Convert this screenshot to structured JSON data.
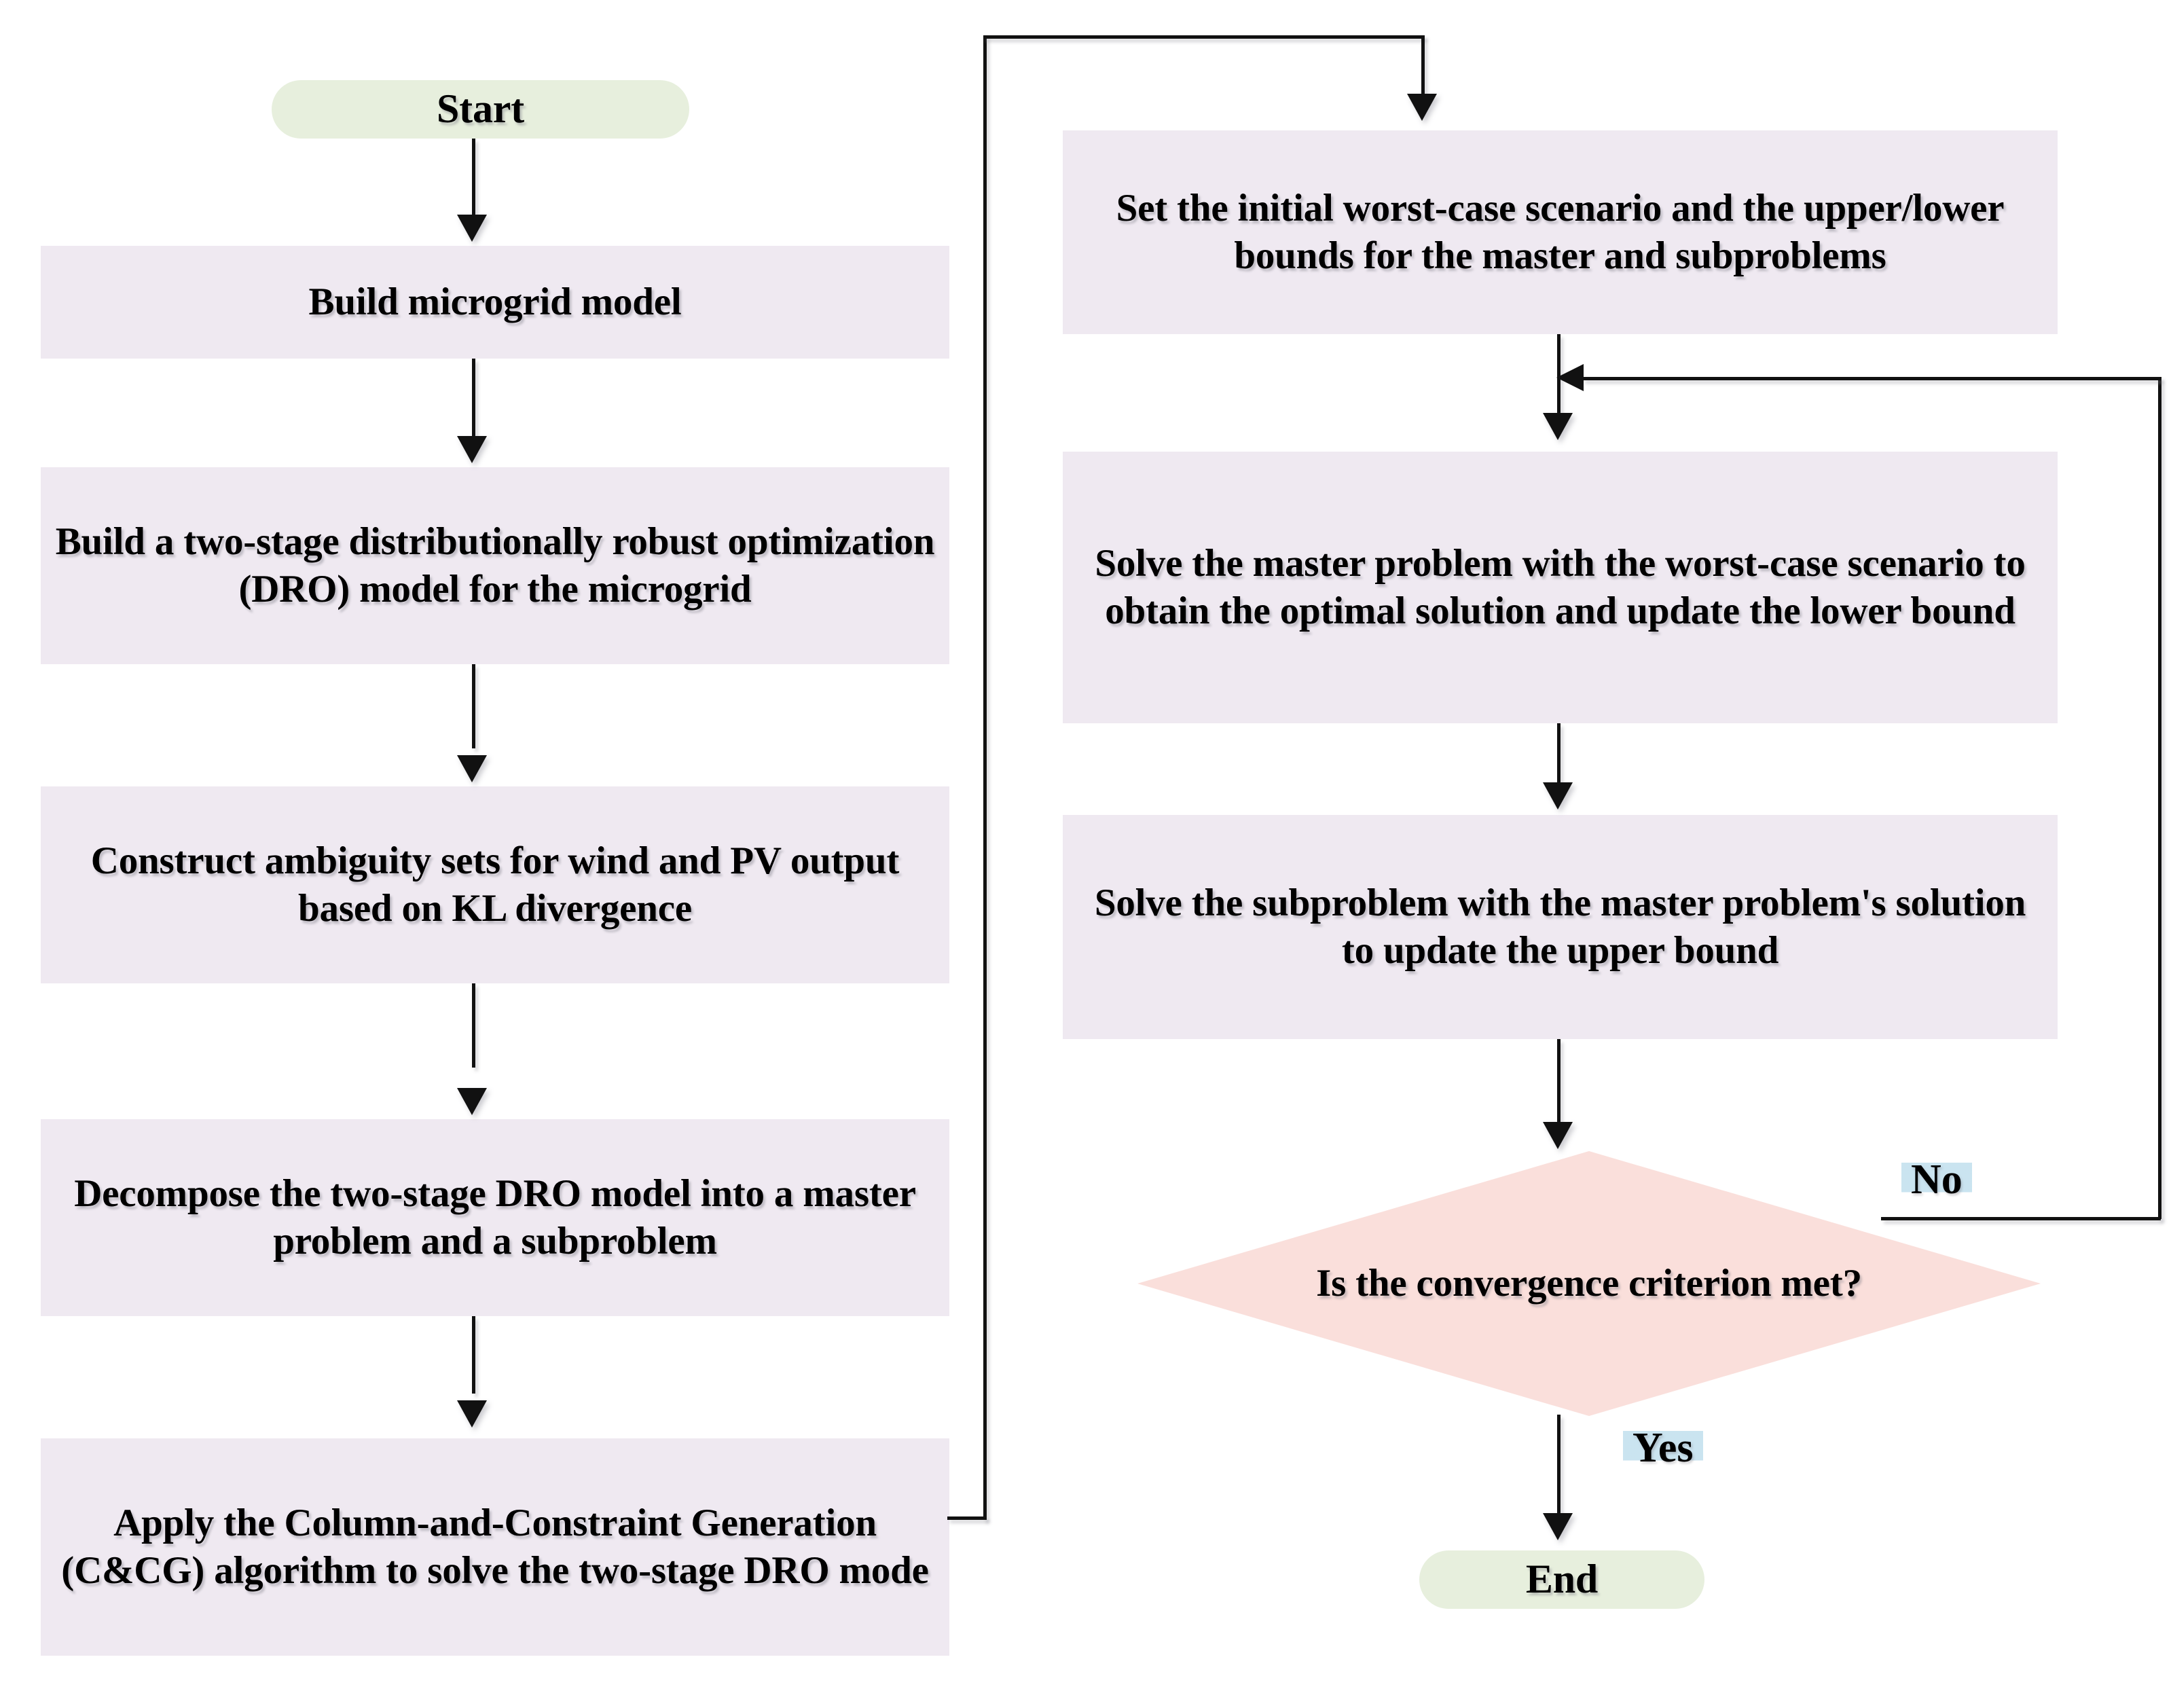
{
  "diagram": {
    "type": "flowchart",
    "title": "Two-stage DRO microgrid C&CG solution flowchart",
    "colors": {
      "process_fill": "#efe9f1",
      "terminator_fill": "#e7efdd",
      "decision_fill": "#fadfdb",
      "edge_label_highlight": "#c7e2ef",
      "connector": "#111111",
      "text": "#000000",
      "background": "#ffffff"
    },
    "nodes": [
      {
        "id": "start",
        "shape": "terminator",
        "label": "Start"
      },
      {
        "id": "n1",
        "shape": "process",
        "label": "Build microgrid model"
      },
      {
        "id": "n2",
        "shape": "process",
        "label": "Build a two-stage distributionally robust optimization (DRO) model for the microgrid"
      },
      {
        "id": "n3",
        "shape": "process",
        "label": "Construct ambiguity sets for wind and PV output based on KL divergence"
      },
      {
        "id": "n4",
        "shape": "process",
        "label": "Decompose the two-stage DRO model into a master problem and a subproblem"
      },
      {
        "id": "n5",
        "shape": "process",
        "label": "Apply the Column-and-Constraint Generation (C&CG) algorithm to solve the two-stage DRO mode"
      },
      {
        "id": "n6",
        "shape": "process",
        "label": "Set the initial worst-case scenario and the upper/lower bounds for the master and subproblems"
      },
      {
        "id": "n7",
        "shape": "process",
        "label": "Solve the master problem with the worst-case scenario to obtain the optimal solution and update the lower bound"
      },
      {
        "id": "n8",
        "shape": "process",
        "label": "Solve the subproblem with the master problem's solution to update the upper bound"
      },
      {
        "id": "decision",
        "shape": "decision",
        "label": "Is the convergence criterion met?"
      },
      {
        "id": "end",
        "shape": "terminator",
        "label": "End"
      }
    ],
    "edges": [
      {
        "from": "start",
        "to": "n1",
        "label": ""
      },
      {
        "from": "n1",
        "to": "n2",
        "label": ""
      },
      {
        "from": "n2",
        "to": "n3",
        "label": ""
      },
      {
        "from": "n3",
        "to": "n4",
        "label": ""
      },
      {
        "from": "n4",
        "to": "n5",
        "label": ""
      },
      {
        "from": "n5",
        "to": "n6",
        "label": ""
      },
      {
        "from": "n6",
        "to": "n7",
        "label": ""
      },
      {
        "from": "n7",
        "to": "n8",
        "label": ""
      },
      {
        "from": "n8",
        "to": "decision",
        "label": ""
      },
      {
        "from": "decision",
        "to": "n7",
        "label": "No"
      },
      {
        "from": "decision",
        "to": "end",
        "label": "Yes"
      }
    ],
    "edge_labels": {
      "no": "No",
      "yes": "Yes"
    }
  }
}
